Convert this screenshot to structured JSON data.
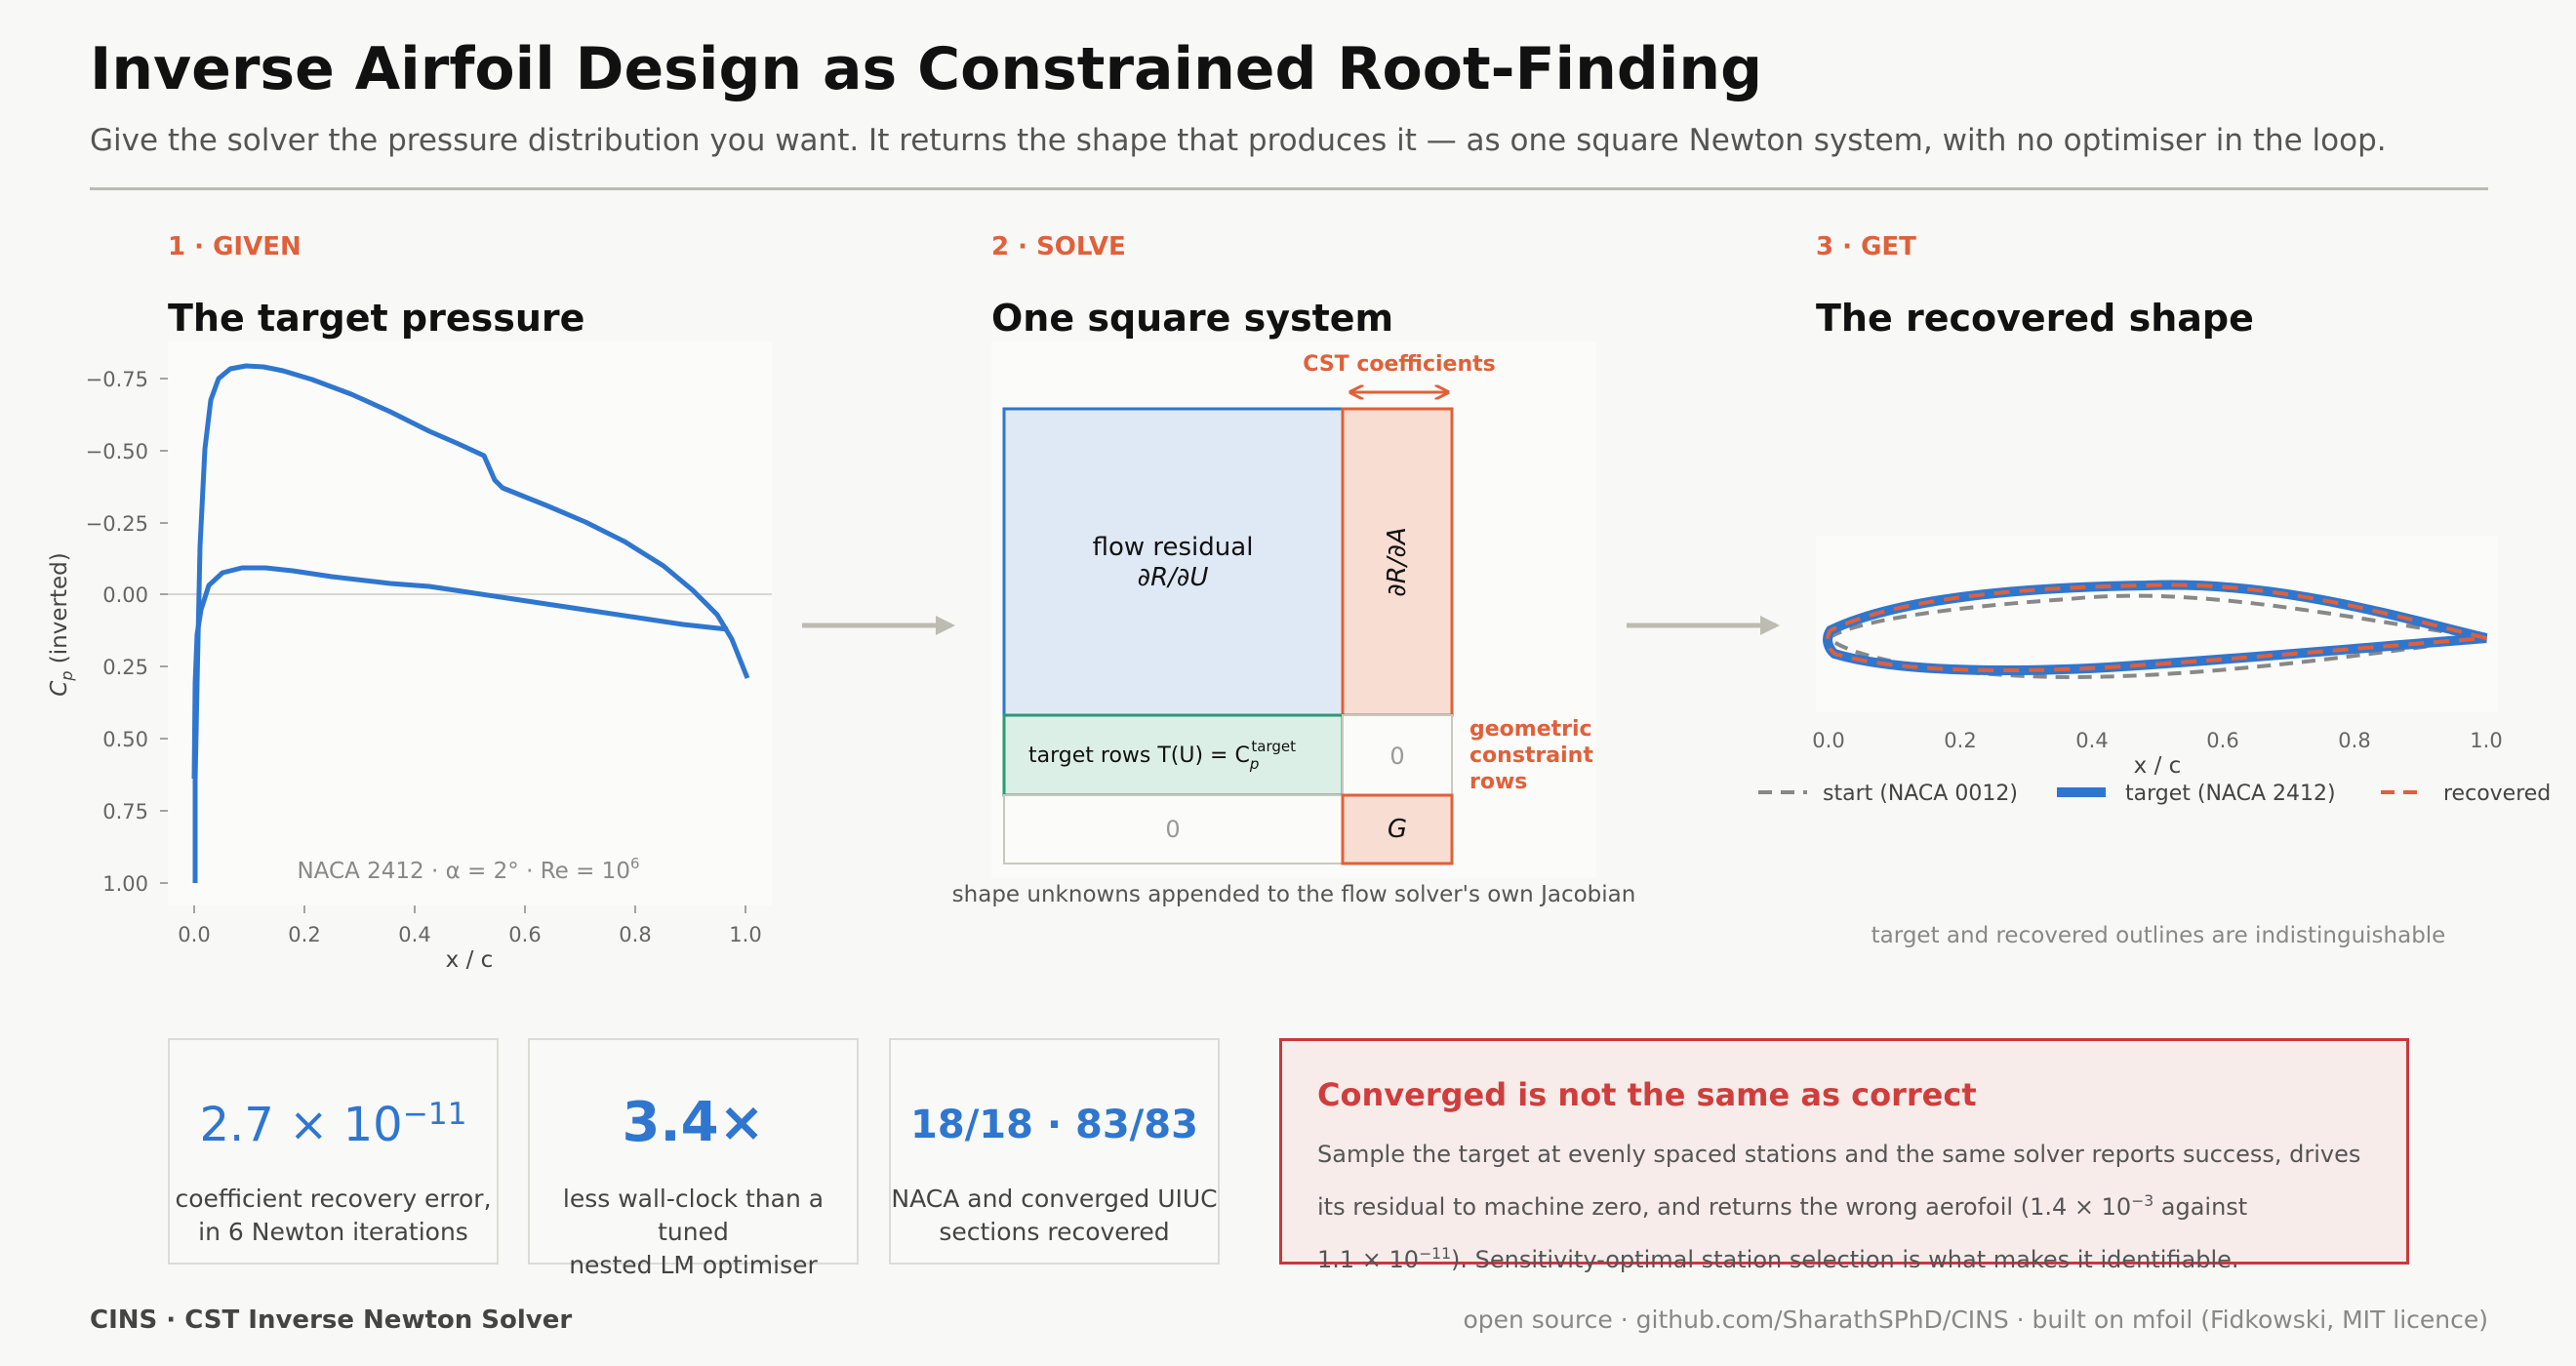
{
  "header": {
    "title": "Inverse Airfoil Design as Constrained Root-Finding",
    "subtitle": "Give the solver the pressure distribution you want. It returns the shape that produces it — as one square Newton system, with no optimiser in the loop."
  },
  "steps": [
    {
      "label": "1 · GIVEN",
      "heading": "The target pressure"
    },
    {
      "label": "2 · SOLVE",
      "heading": "One square system"
    },
    {
      "label": "3 · GET",
      "heading": "The recovered shape"
    }
  ],
  "panel1": {
    "ylabel_sym": "C",
    "ylabel_sub": "p",
    "ylabel_rest": "  (inverted)",
    "xlabel": "x / c",
    "annotation": "NACA 2412  ·  α = 2°  ·  Re = 10",
    "annotation_exp": "6",
    "yticks": [
      "−0.75",
      "−0.50",
      "−0.25",
      "0.00",
      "0.25",
      "0.50",
      "0.75",
      "1.00"
    ],
    "xticks": [
      "0.0",
      "0.2",
      "0.4",
      "0.6",
      "0.8",
      "1.0"
    ]
  },
  "panel2": {
    "cst_label": "CST coefficients",
    "flow_residual": "flow residual",
    "dRdU": "∂R/∂U",
    "dRdA": "∂R/∂A",
    "target_rows": "target rows  T(U) = C",
    "target_rows_sub": "p",
    "target_rows_sup": "target",
    "zero_a": "0",
    "zero_b": "0",
    "G": "G",
    "geo_line1": "geometric",
    "geo_line2": "constraint",
    "geo_line3": "rows",
    "caption": "shape unknowns appended to the flow solver's own Jacobian"
  },
  "panel3": {
    "xlabel": "x / c",
    "xticks": [
      "0.0",
      "0.2",
      "0.4",
      "0.6",
      "0.8",
      "1.0"
    ],
    "legend": [
      "start (NACA 0012)",
      "target (NACA 2412)",
      "recovered"
    ],
    "caption": "target and recovered outlines are indistinguishable"
  },
  "stats": [
    {
      "big_base": "2.7 × 10",
      "big_exp": "−11",
      "line1": "coefficient recovery error,",
      "line2": "in 6 Newton iterations"
    },
    {
      "big": "3.4×",
      "line1": "less wall-clock than a tuned",
      "line2": "nested LM optimiser"
    },
    {
      "big": "18/18  ·  83/83",
      "line1": "NACA and converged UIUC",
      "line2": "sections recovered"
    }
  ],
  "warning": {
    "title": "Converged is not the same as correct",
    "line1": "Sample the target at evenly spaced stations and the same solver reports success, drives",
    "line2a": "its residual to machine zero, and returns the wrong aerofoil (1.4 × 10",
    "line2exp": "−3",
    "line2b": " against",
    "line3a": "1.1 × 10",
    "line3exp": "−11",
    "line3b": "). Sensitivity-optimal station selection is what makes it identifiable."
  },
  "footer": {
    "left": "CINS  ·  CST Inverse Newton Solver",
    "right": "open source  ·  github.com/SharathSPhD/CINS  ·  built on mfoil (Fidkowski, MIT licence)"
  },
  "colors": {
    "accent": "#e0603a",
    "blue": "#2f76cf",
    "green": "#2a9a72",
    "warning": "#c9393c"
  }
}
